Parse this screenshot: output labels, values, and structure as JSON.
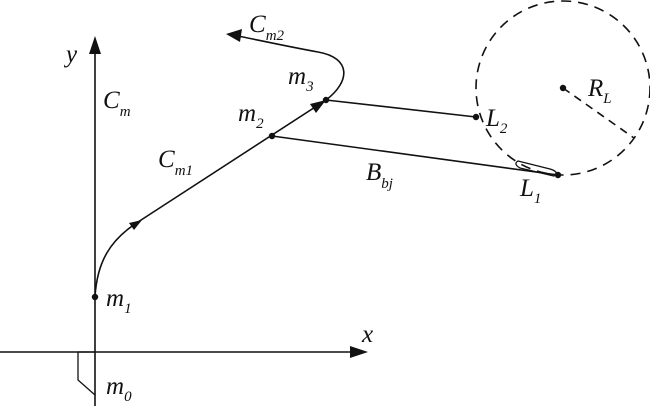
{
  "labels": {
    "y_axis": "y",
    "x_axis": "x",
    "Cm": {
      "main": "C",
      "sub": "m"
    },
    "Cm1": {
      "main": "C",
      "sub": "m1"
    },
    "Cm2": {
      "main": "C",
      "sub": "m2"
    },
    "m0": {
      "main": "m",
      "sub": "0"
    },
    "m1": {
      "main": "m",
      "sub": "1"
    },
    "m2": {
      "main": "m",
      "sub": "2"
    },
    "m3": {
      "main": "m",
      "sub": "3"
    },
    "L1": {
      "main": "L",
      "sub": "1"
    },
    "L2": {
      "main": "L",
      "sub": "2"
    },
    "Bbj": {
      "main": "B",
      "sub": "bj"
    },
    "RL": {
      "main": "R",
      "sub": "L"
    }
  },
  "colors": {
    "ink": "#111111",
    "background": "#ffffff"
  }
}
